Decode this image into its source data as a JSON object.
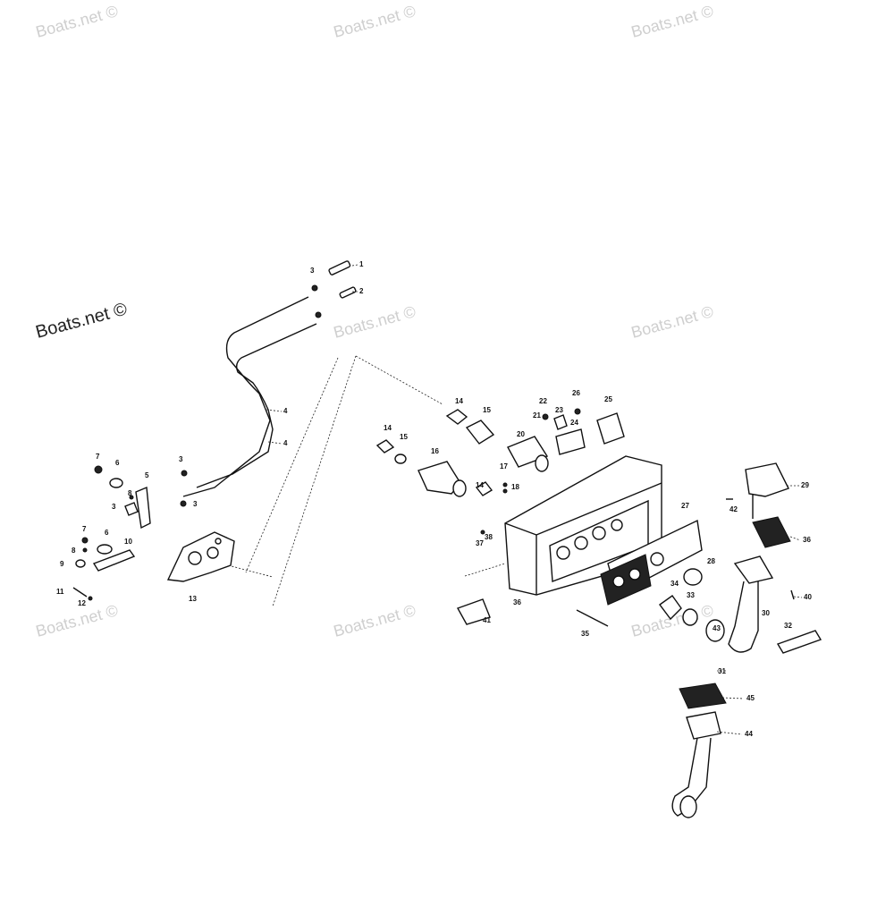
{
  "watermarks": [
    "Boats.net ©",
    "Boats.net ©",
    "Boats.net ©",
    "Boats.net ©",
    "Boats.net ©",
    "Boats.net ©",
    "Boats.net ©",
    "Boats.net ©",
    "Boats.net ©"
  ],
  "callouts": [
    "1",
    "2",
    "3",
    "4",
    "4",
    "3",
    "3",
    "5",
    "6",
    "7",
    "8",
    "3",
    "7",
    "6",
    "8",
    "10",
    "9",
    "11",
    "12",
    "13",
    "14",
    "15",
    "16",
    "17",
    "18",
    "14",
    "15",
    "20",
    "21",
    "22",
    "23",
    "24",
    "25",
    "26",
    "14",
    "38",
    "37",
    "27",
    "28",
    "29",
    "42",
    "30",
    "40",
    "33",
    "34",
    "36",
    "41",
    "35",
    "43",
    "32",
    "31",
    "45",
    "44",
    "36"
  ]
}
